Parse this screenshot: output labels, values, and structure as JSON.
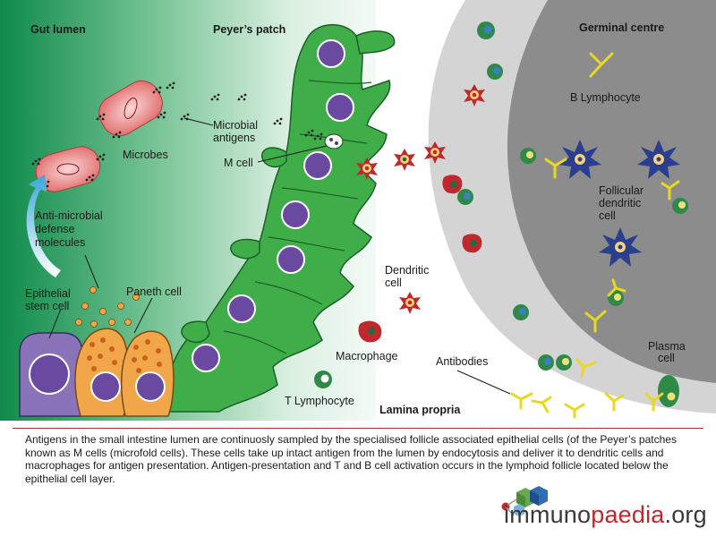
{
  "labels": {
    "gut_lumen": "Gut lumen",
    "peyers_patch": "Peyer’s patch",
    "germinal_centre": "Germinal centre",
    "b_lymphocyte": "B Lymphocyte",
    "microbial_antigens_1": "Microbial",
    "microbial_antigens_2": "antigens",
    "m_cell": "M cell",
    "microbes": "Microbes",
    "follicular_1": "Follicular",
    "follicular_2": "dendritic",
    "follicular_3": "cell",
    "anti_microbial_1": "Anti-microbial",
    "anti_microbial_2": "defense",
    "anti_microbial_3": "molecules",
    "dendritic_1": "Dendritic",
    "dendritic_2": "cell",
    "epithelial_1": "Epithelial",
    "epithelial_2": "stem cell",
    "paneth_cell": "Paneth cell",
    "macrophage": "Macrophage",
    "antibodies": "Antibodies",
    "plasma_1": "Plasma",
    "plasma_2": "cell",
    "t_lymphocyte": "T Lymphocyte",
    "lamina_propria": "Lamina propria"
  },
  "caption": "Antigens in the small intestine lumen are continuosly sampled by the specialised follicle associated epithelial cells (of the Peyer’s patches known as M cells (microfold cells). These cells take up intact antigen from the lumen by endocytosis and deliver it to dendritic cells and macrophages for antigen presentation. Antigen-presentation and T and B cell activation occurs in the lymphoid follicle located below  the epithelial cell layer.",
  "logo": {
    "part1": "immuno",
    "part2": "paedia",
    "part3": ".org"
  },
  "colors": {
    "lumen_green": "#0f8a4a",
    "epithelium_green": "#3fae49",
    "nucleus_purple": "#6a4aa0",
    "germinal_grey": "#8c8c8c",
    "follicle_grey": "#d2d2d2",
    "dendritic_red": "#c0282d",
    "follicular_blue": "#2c3f8f",
    "paneth_orange": "#e8842a",
    "antibody_yellow": "#e8d820",
    "logo_red": "#c0282d"
  }
}
